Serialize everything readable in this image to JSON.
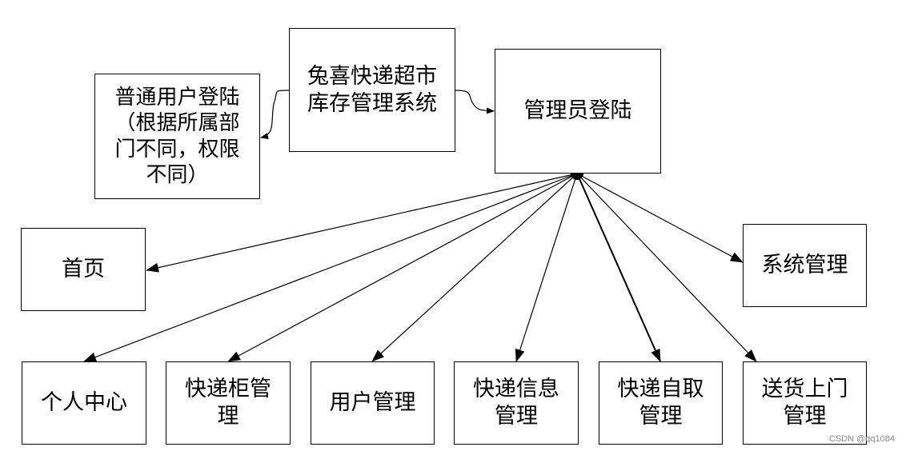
{
  "nodes": {
    "system": "兔喜快递超市\n库存管理系统",
    "user_login": "普通用户登陆\n（根据所属部\n门不同，权限\n不同）",
    "admin_login": "管理员登陆",
    "home": "首页",
    "system_mgmt": "系统管理",
    "personal_center": "个人中心",
    "locker_mgmt": "快递柜管\n理",
    "user_mgmt": "用户管理",
    "express_info_mgmt": "快递信息\n管理",
    "self_pickup_mgmt": "快递自取\n管理",
    "delivery_mgmt": "送货上门\n管理"
  },
  "watermark": "CSDN @qq1084"
}
